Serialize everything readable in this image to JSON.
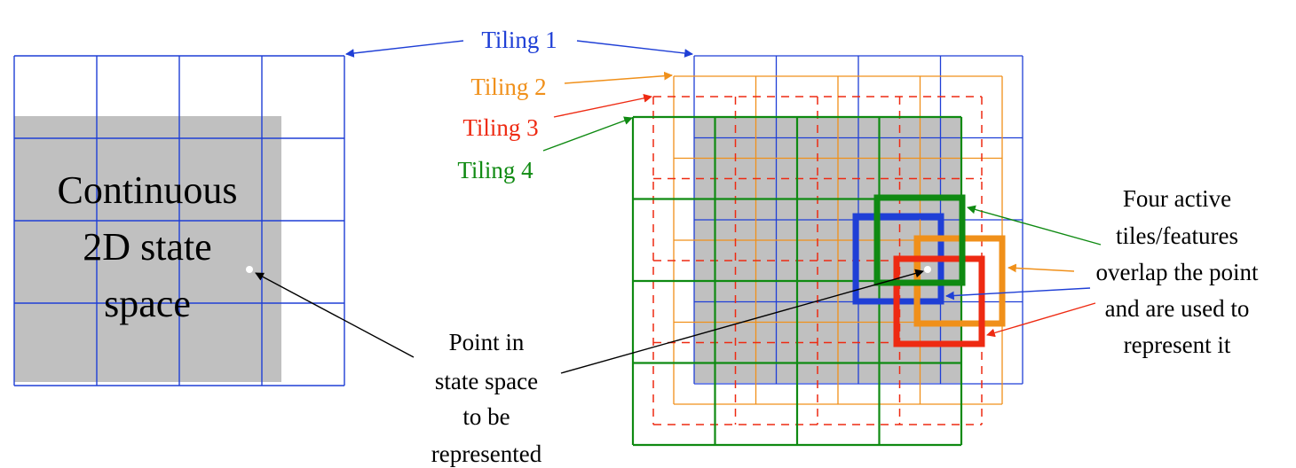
{
  "colors": {
    "tiling1": "#1f3fd6",
    "tiling2": "#f0901a",
    "tiling3": "#ee2a12",
    "tiling4": "#0f8a12",
    "state_space_fill": "#c0c0c0",
    "point": "#ffffff",
    "arrow": "#000000"
  },
  "labels": {
    "tiling1": "Tiling 1",
    "tiling2": "Tiling 2",
    "tiling3": "Tiling 3",
    "tiling4": "Tiling 4"
  },
  "state_space_label": [
    "Continuous",
    "2D state",
    "space"
  ],
  "point_label": [
    "Point in",
    "state space",
    "to be",
    "represented"
  ],
  "active_tiles_label": [
    "Four active",
    "tiles/features",
    "overlap the point",
    "and are used to",
    "represent it"
  ],
  "grid": {
    "rows": 4,
    "cols": 4
  }
}
